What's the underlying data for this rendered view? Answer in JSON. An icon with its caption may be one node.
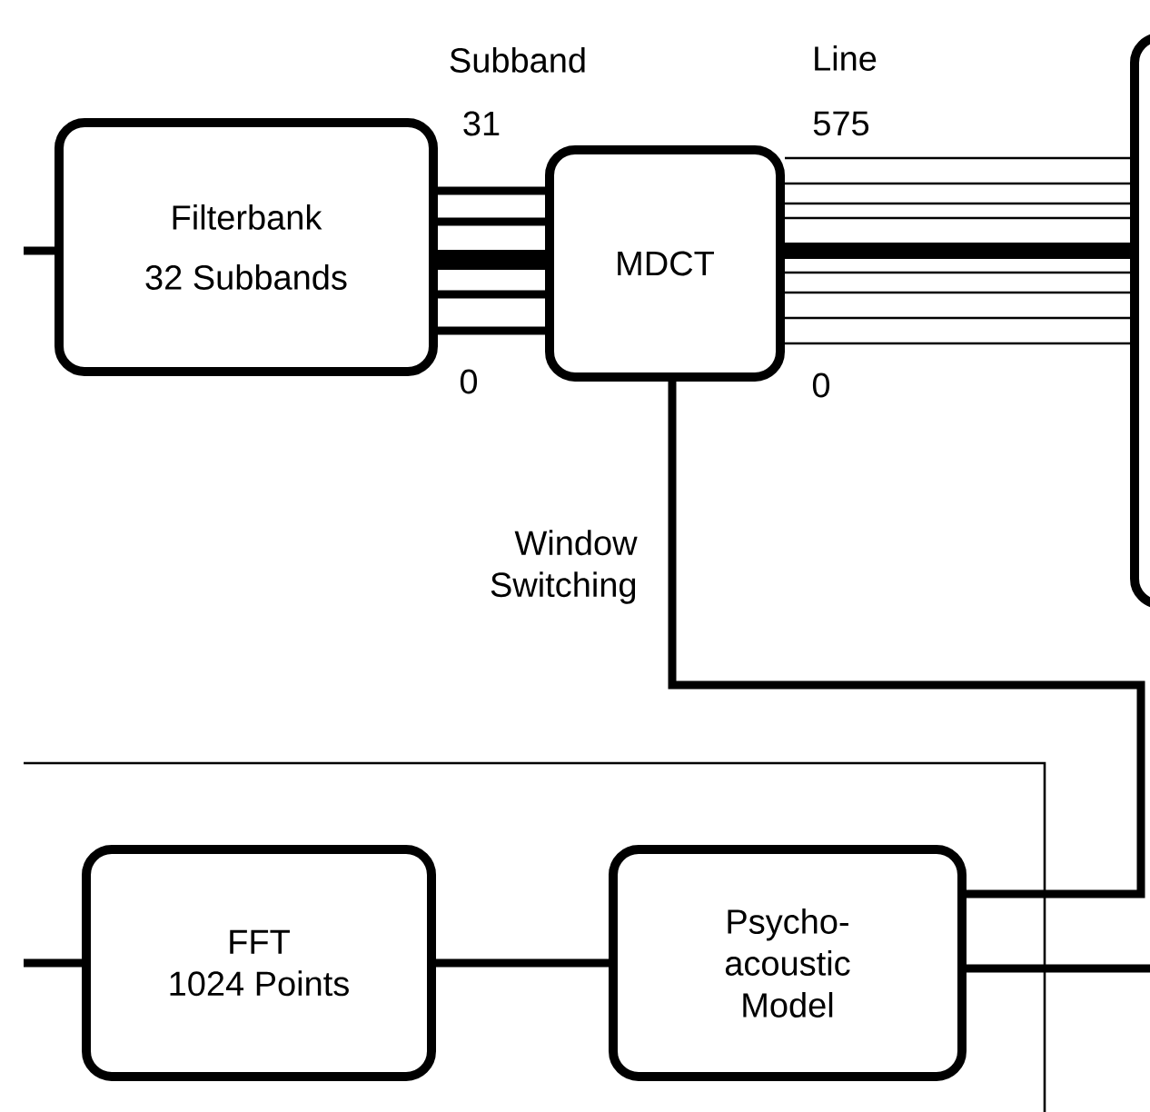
{
  "diagram": {
    "nodes": [
      {
        "text": [
          "Filterbank",
          "32 Subbands"
        ]
      },
      {
        "text": [
          "MDCT"
        ]
      },
      {
        "text": [],
        "shape": "box"
      },
      {
        "text": [
          "FFT",
          "1024 Points"
        ]
      },
      {
        "text": [
          "Psycho- acoustic Model"
        ]
      }
    ],
    "edges": [
      {
        "from": null,
        "to": 0,
        "arrow": "none"
      },
      {
        "from": 0,
        "to": 1,
        "arrow": "none"
      },
      {
        "from": 0,
        "to": 1,
        "arrow": "none"
      },
      {
        "from": 0,
        "to": 1,
        "arrow": "none",
        "style": "thick"
      },
      {
        "from": 0,
        "to": 1,
        "arrow": "none"
      },
      {
        "from": 0,
        "to": 1,
        "arrow": "none"
      },
      {
        "from": 1,
        "to": 2,
        "arrow": "none"
      },
      {
        "from": 1,
        "to": 2,
        "arrow": "none"
      },
      {
        "from": 1,
        "to": 2,
        "arrow": "none"
      },
      {
        "from": 1,
        "to": 2,
        "arrow": "none"
      },
      {
        "from": 1,
        "to": 2,
        "arrow": "none",
        "style": "thick"
      },
      {
        "from": 1,
        "to": 2,
        "arrow": "none"
      },
      {
        "from": 1,
        "to": 2,
        "arrow": "none"
      },
      {
        "from": 1,
        "to": 2,
        "arrow": "none"
      },
      {
        "from": 1,
        "to": 2,
        "arrow": "none"
      },
      {
        "from": 1,
        "to": 4,
        "arrow": "none",
        "label": "Window Switching"
      },
      {
        "from": null,
        "to": 3,
        "arrow": "none"
      },
      {
        "from": 3,
        "to": 4,
        "arrow": "none"
      },
      {
        "from": 4,
        "to": null,
        "arrow": "none"
      }
    ],
    "labels": [
      "Subband",
      "31",
      "0",
      "Line",
      "575",
      "0"
    ]
  }
}
